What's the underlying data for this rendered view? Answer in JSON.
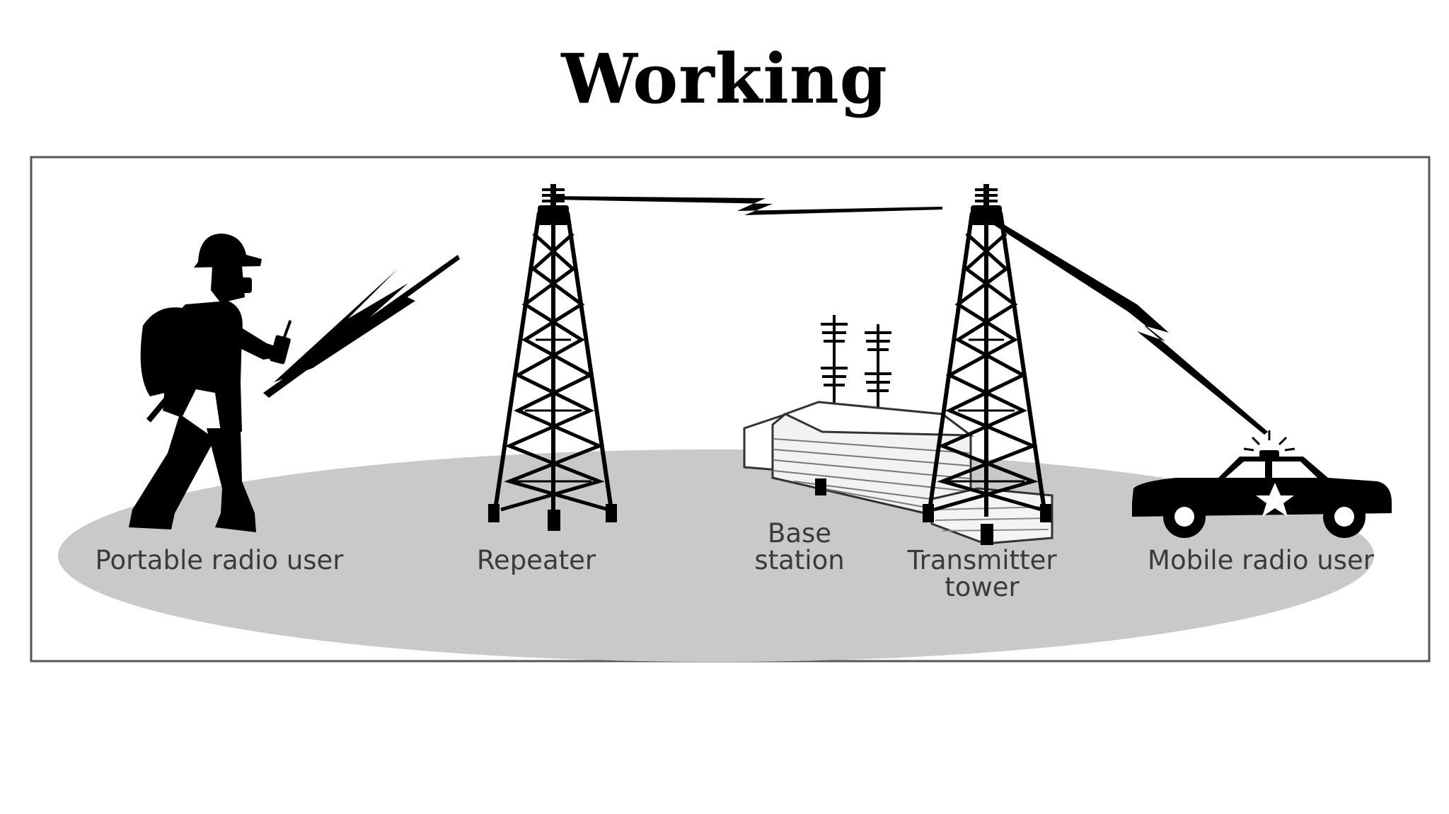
{
  "title": "Working",
  "labels": {
    "portable_user": "Portable radio user",
    "repeater": "Repeater",
    "base_station_line1": "Base",
    "base_station_line2": "station",
    "transmitter_line1": "Transmitter",
    "transmitter_line2": "tower",
    "mobile_user": "Mobile radio user"
  },
  "colors": {
    "ground": "#c9c9c9",
    "frame": "#555555",
    "ink": "#000000",
    "label": "#3a3a3a"
  },
  "icons": [
    "firefighter-icon",
    "repeater-tower-icon",
    "base-station-icon",
    "transmitter-tower-icon",
    "police-car-icon",
    "lightning-bolt-icon"
  ]
}
